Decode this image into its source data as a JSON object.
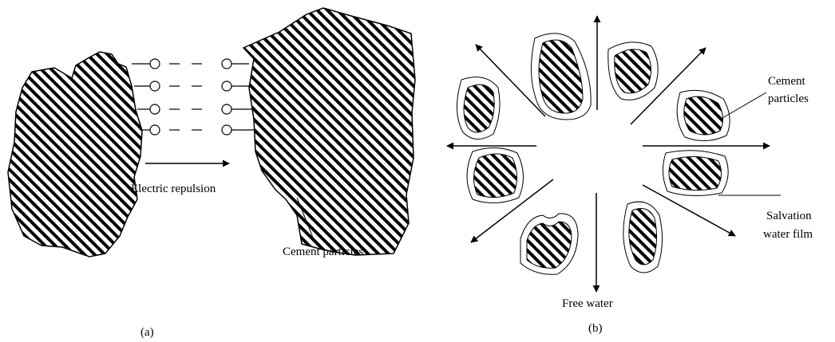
{
  "panel_a": {
    "arrow_label": "Electric repulsion",
    "particle_label": "Cement particles",
    "caption": "(a)"
  },
  "panel_b": {
    "particle_label_line1": "Cement",
    "particle_label_line2": "particles",
    "film_label_line1": "Salvation",
    "film_label_line2": "water film",
    "water_label": "Free water",
    "caption": "(b)"
  }
}
